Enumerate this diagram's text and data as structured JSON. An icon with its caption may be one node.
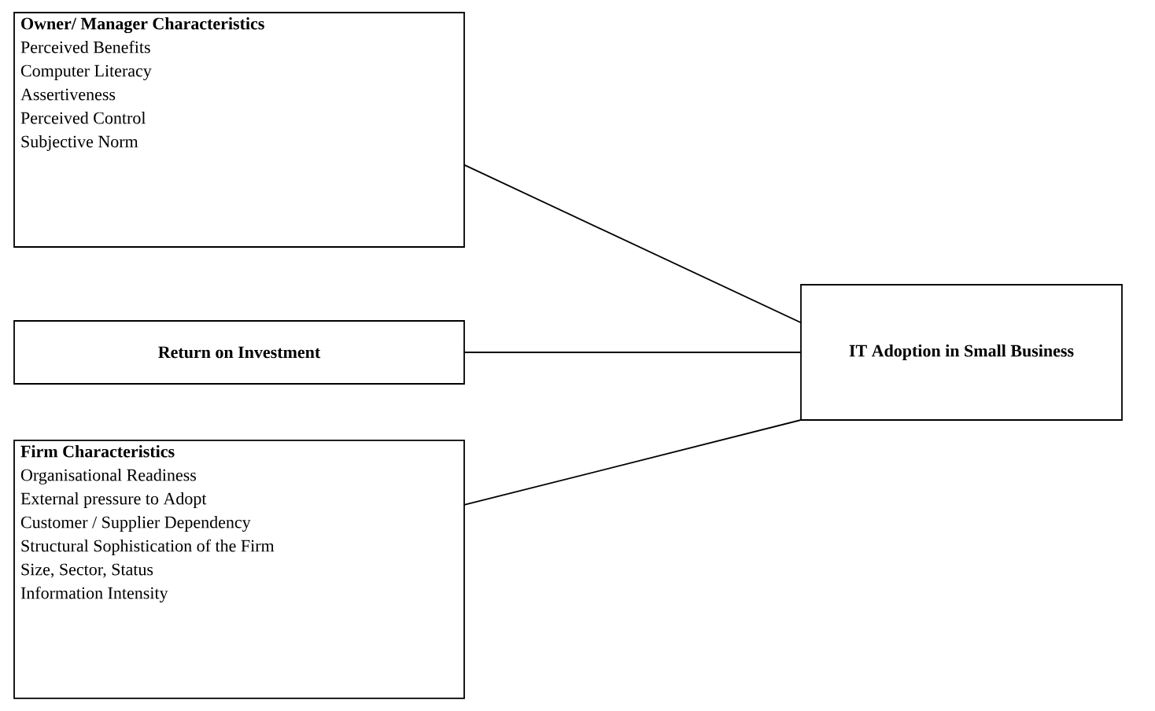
{
  "diagram": {
    "nodes": [
      {
        "text": [
          "Owner/ Manager Characteristics",
          "Perceived Benefits",
          "Computer Literacy",
          "Assertiveness",
          "Perceived Control",
          "Subjective Norm"
        ]
      },
      {
        "text": [
          "Return on Investment"
        ]
      },
      {
        "text": [
          "Firm Characteristics",
          "Organisational Readiness",
          "External pressure to Adopt",
          "Customer / Supplier Dependency",
          "Structural Sophistication of the Firm",
          "Size, Sector, Status",
          "Information Intensity"
        ]
      },
      {
        "text": [
          "IT Adoption in Small Business"
        ]
      }
    ],
    "edges": [
      {
        "from": 0,
        "to": 3,
        "arrow": "none"
      },
      {
        "from": 1,
        "to": 3,
        "arrow": "none"
      },
      {
        "from": 2,
        "to": 3,
        "arrow": "none"
      }
    ]
  }
}
